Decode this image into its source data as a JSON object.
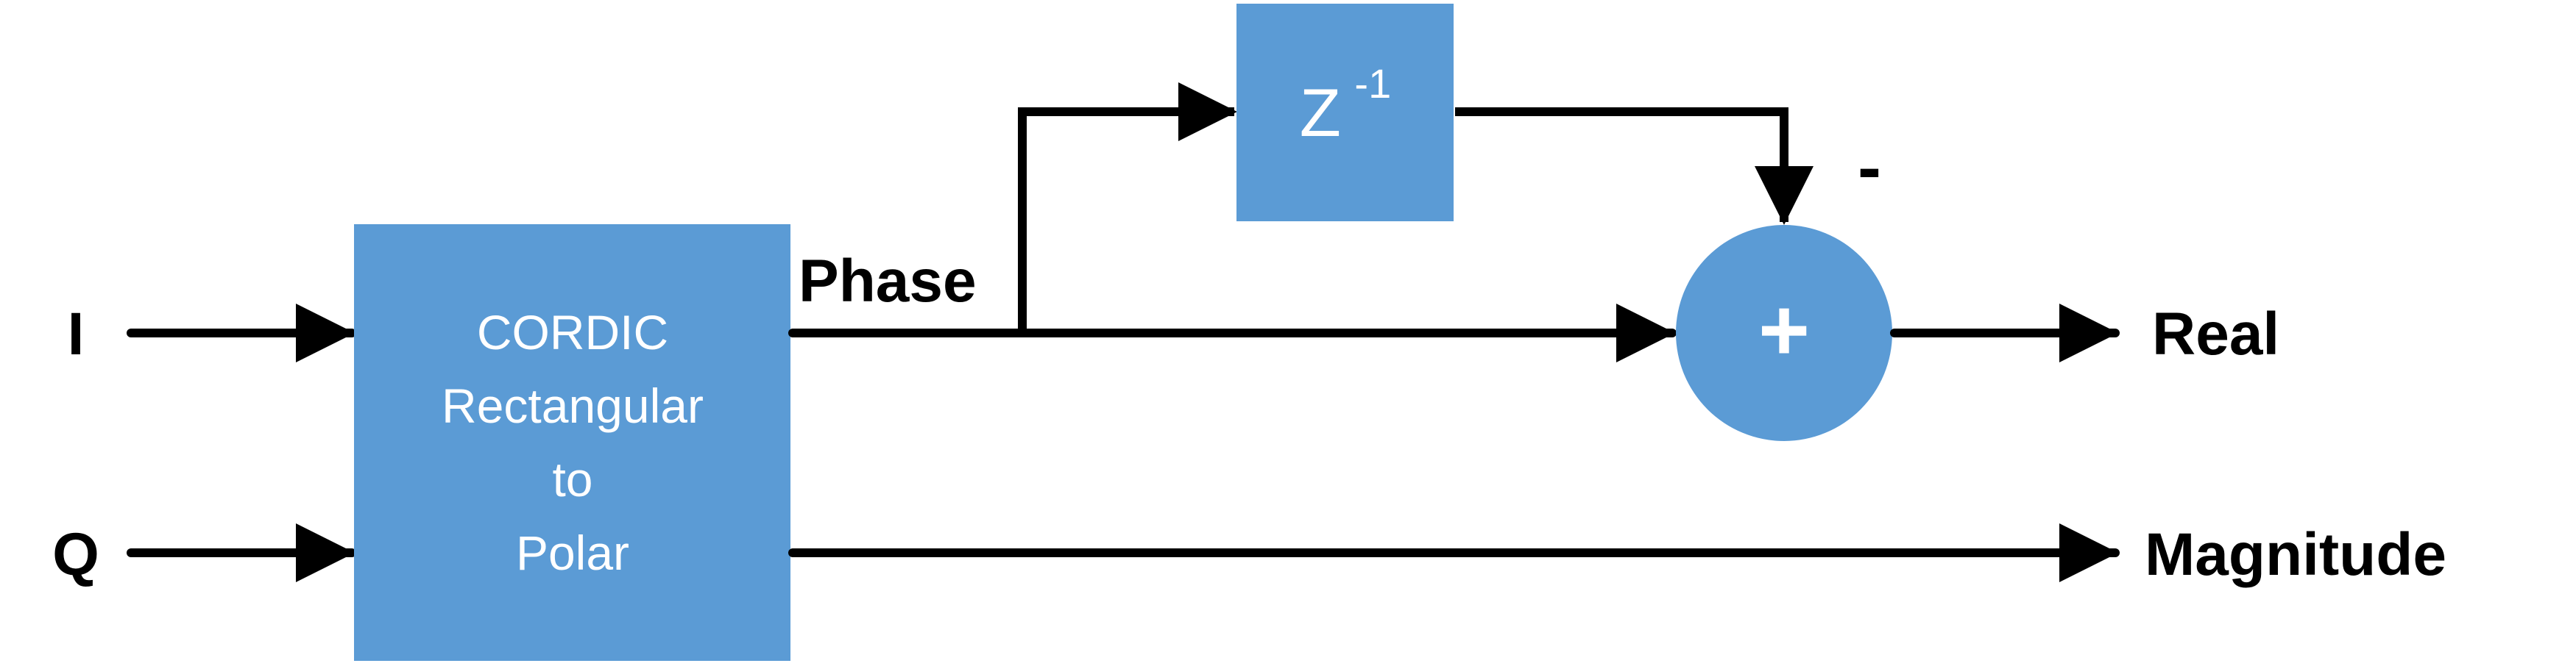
{
  "inputs": {
    "i": "I",
    "q": "Q"
  },
  "cordic_block": {
    "line1": "CORDIC",
    "line2": "Rectangular",
    "line3": "to",
    "line4": "Polar"
  },
  "delay_block": {
    "base": "Z",
    "exponent": "-1"
  },
  "adder": {
    "symbol": "+",
    "minus_sign": "-"
  },
  "signals": {
    "phase": "Phase"
  },
  "outputs": {
    "real": "Real",
    "magnitude": "Magnitude"
  },
  "colors": {
    "block_fill": "#5B9BD5",
    "line": "#000000",
    "block_text": "#ffffff"
  }
}
